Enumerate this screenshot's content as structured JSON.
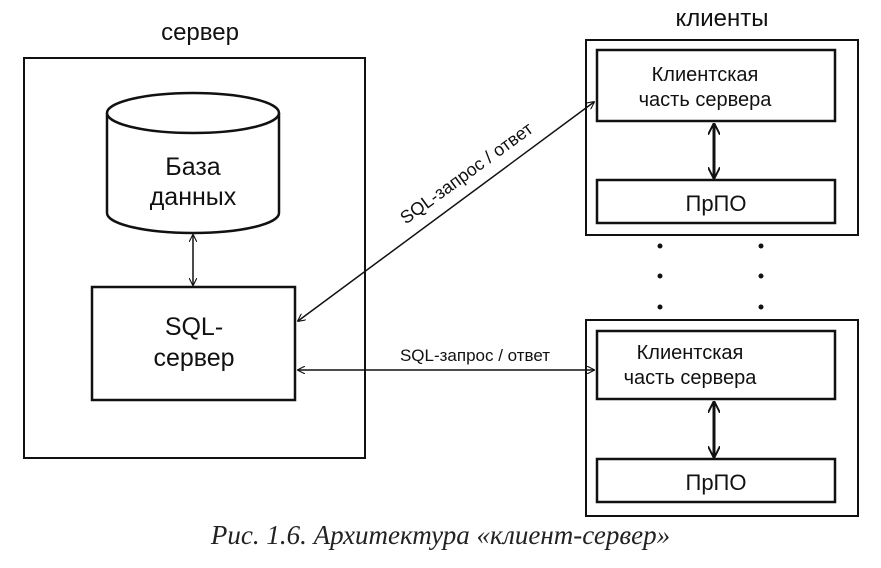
{
  "server": {
    "heading": "сервер",
    "database_label": [
      "База",
      "данных"
    ],
    "sql_server_label": [
      "SQL-",
      "сервер"
    ]
  },
  "clients": {
    "heading": "клиенты",
    "client_part_label": [
      "Клиентская",
      "часть сервера"
    ],
    "app_label": "ПрПО"
  },
  "links": {
    "top_label": "SQL-запрос / ответ",
    "bottom_label": "SQL-запрос / ответ"
  },
  "caption": "Рис. 1.6. Архитектура «клиент-сервер»",
  "colors": {
    "line": "#111111",
    "background": "#ffffff"
  }
}
